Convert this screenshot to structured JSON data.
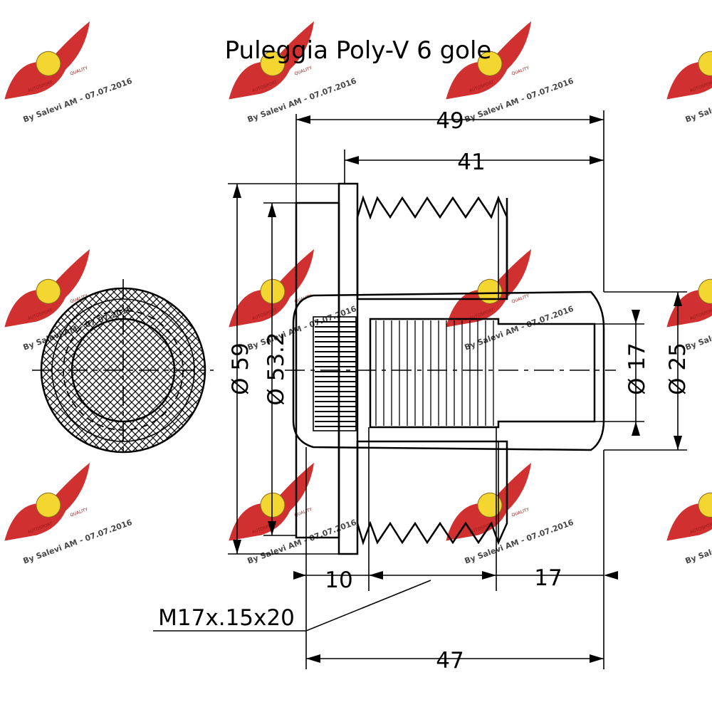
{
  "title": "Puleggia Poly-V 6 gole",
  "dimensions": {
    "overall_length": "49",
    "pulley_length": "41",
    "flange_diameter": "Ø 59",
    "groove_diameter": "Ø 53.2",
    "bore_diameter": "Ø 17",
    "hub_diameter": "Ø 25",
    "shoulder": "10",
    "hub_extension": "17",
    "body_length": "47"
  },
  "thread_spec": "M17x.15x20",
  "watermark": {
    "text": "By Salevi AM - 07.07.2016",
    "logo_word_top": "AUTOSPORT",
    "logo_word_side": "QUALITY",
    "color": "#cc1a1a",
    "badge_color": "#f2d21a"
  },
  "colors": {
    "line": "#000000",
    "background": "#ffffff"
  }
}
